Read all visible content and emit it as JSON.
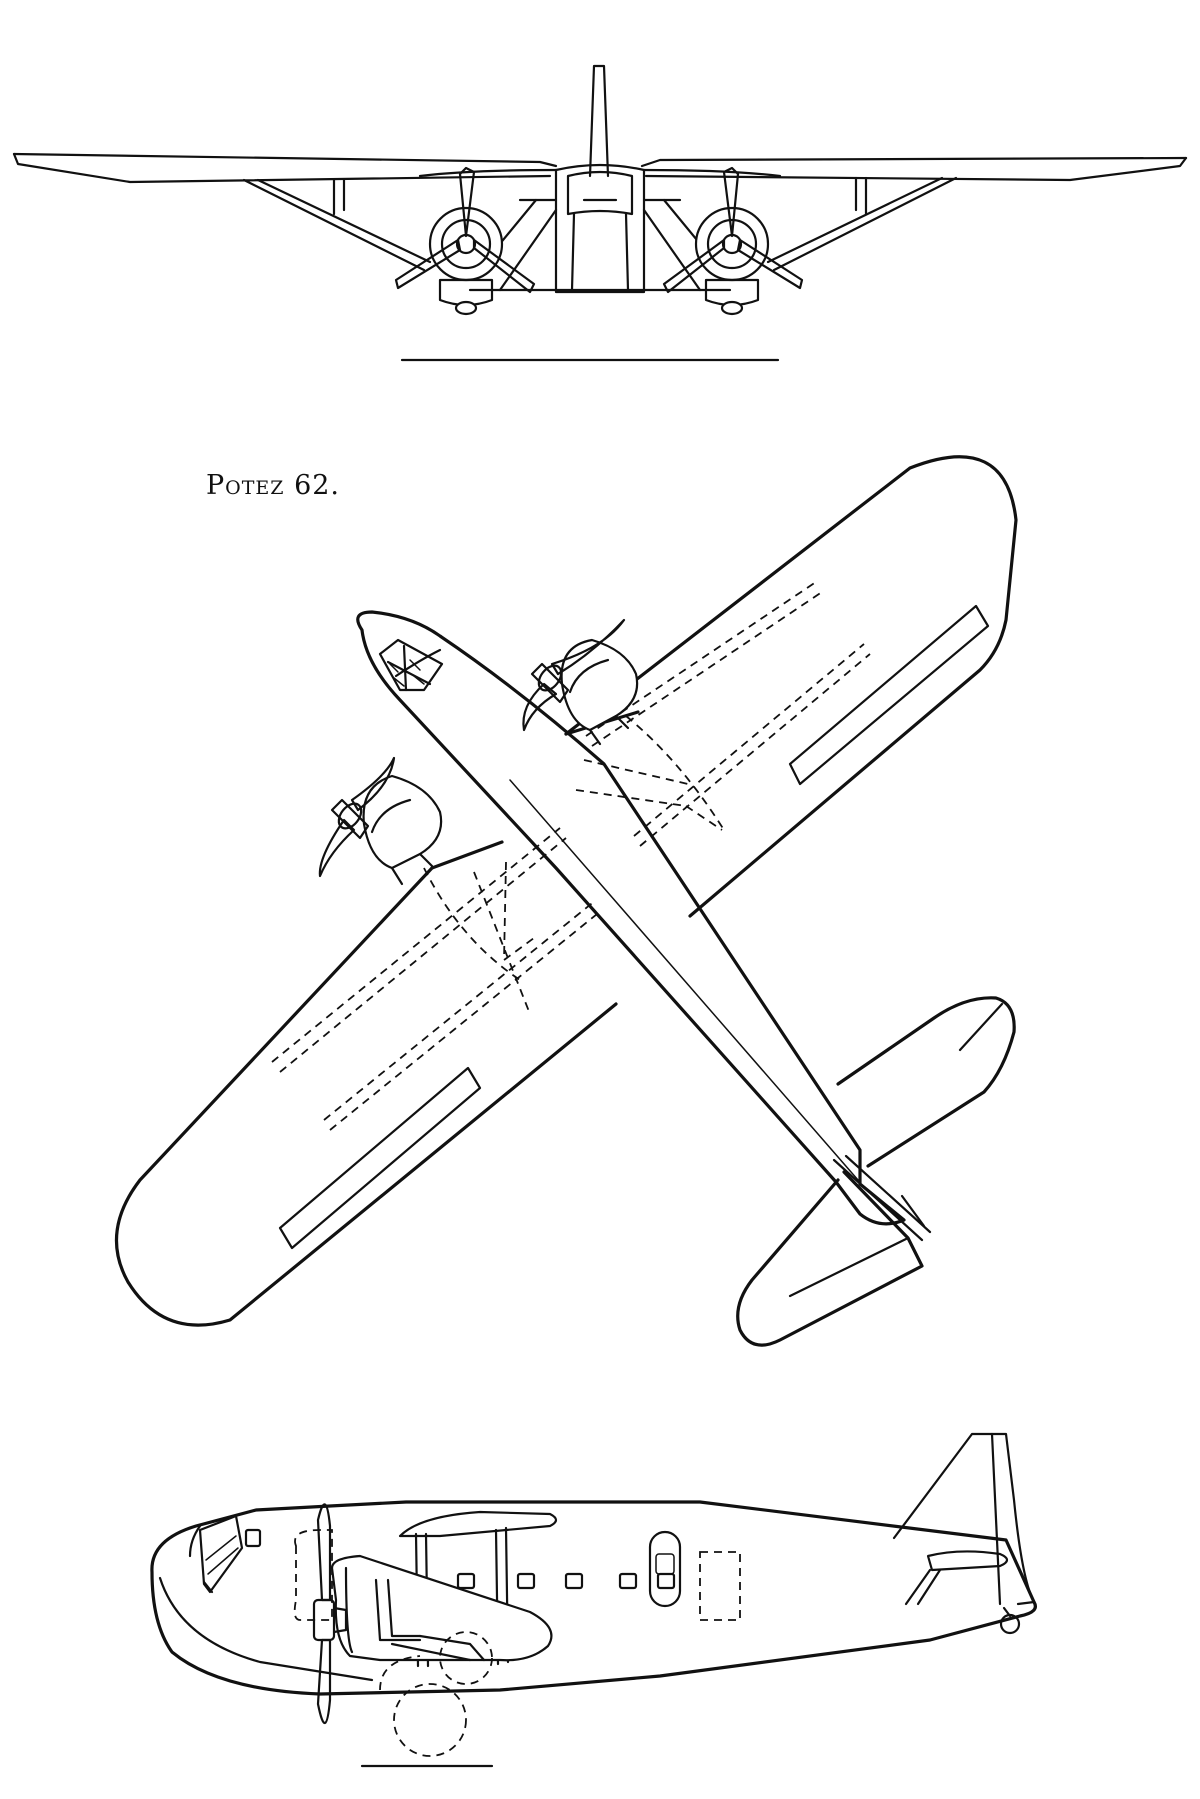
{
  "drawing": {
    "caption": "Potez 62.",
    "views": [
      "front-view",
      "plan-view",
      "side-view"
    ],
    "ink_color": "#111111",
    "paper_color": "#ffffff"
  }
}
